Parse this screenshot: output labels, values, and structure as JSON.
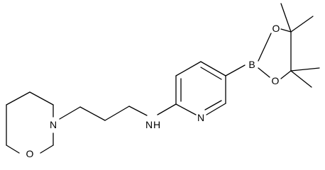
{
  "molecule": {
    "atoms": {
      "o_morpholine": "O",
      "n_morpholine": "N",
      "n_amine": "N",
      "h_amine": "H",
      "n_pyridine": "N",
      "b_boron": "B",
      "o_dioxaborolane_top": "O",
      "o_dioxaborolane_bottom": "O"
    }
  },
  "colors": {
    "bond": "#000000",
    "label": "#000000",
    "background": "#ffffff"
  }
}
